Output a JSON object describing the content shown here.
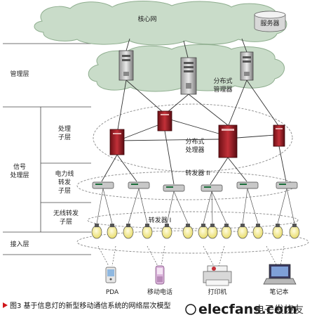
{
  "labels": {
    "core_network": "核心网",
    "server": "服务器",
    "management_layer": "管理层",
    "distributed_manager": [
      "分布式",
      "管理器"
    ],
    "processing_sublayer": [
      "处理",
      "子层"
    ],
    "distributed_processor": [
      "分布式",
      "处理器"
    ],
    "signal_processing_layer": [
      "信号",
      "处理层"
    ],
    "plc_repeater_sublayer": [
      "电力线",
      "转发",
      "子层"
    ],
    "repeater_ii": "转发器 II",
    "wireless_repeater_sublayer": [
      "无线转发",
      "子层"
    ],
    "repeater_i": "转发器 I",
    "access_layer": "接入层",
    "pda": "PDA",
    "mobile_phone": "移动电话",
    "printer": "打印机",
    "laptop": "笔记本"
  },
  "caption": "图3  基于信息灯的新型移动通信系统的网络层次模型",
  "watermark": {
    "site": "elecfans.com",
    "cn": "电子发烧友"
  },
  "colors": {
    "cloud": "#c9dcc9",
    "ellipse_line": "#8a8a8a",
    "caption_marker": "#d0161a",
    "bulb": "#f6ee9e",
    "server_red": "#b3202a"
  },
  "icons": [
    "cloud-icon",
    "database-icon",
    "server-tower-icon",
    "repeater-box-icon",
    "light-bulb-icon",
    "pda-icon",
    "mobile-phone-icon",
    "printer-icon",
    "laptop-icon"
  ]
}
